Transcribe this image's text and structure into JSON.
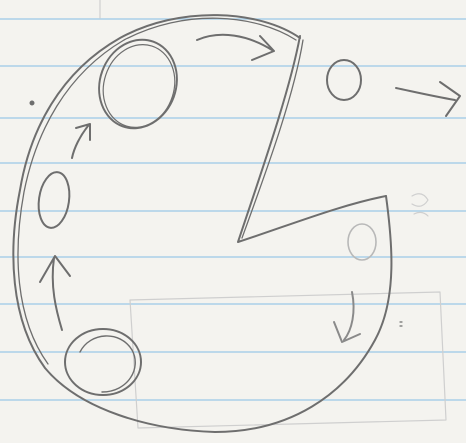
{
  "sheet": {
    "paper_color": "#f4f3ef",
    "rule_color": "#a9cfe8",
    "pencil_color": "#6e6e6e",
    "faint_pencil_color": "#b8b8b8"
  },
  "drawing": {
    "description_icon": "sketch-icon",
    "marks": [
      "pie-outline",
      "wedge-cutout",
      "step-circle",
      "flow-arrow"
    ]
  }
}
